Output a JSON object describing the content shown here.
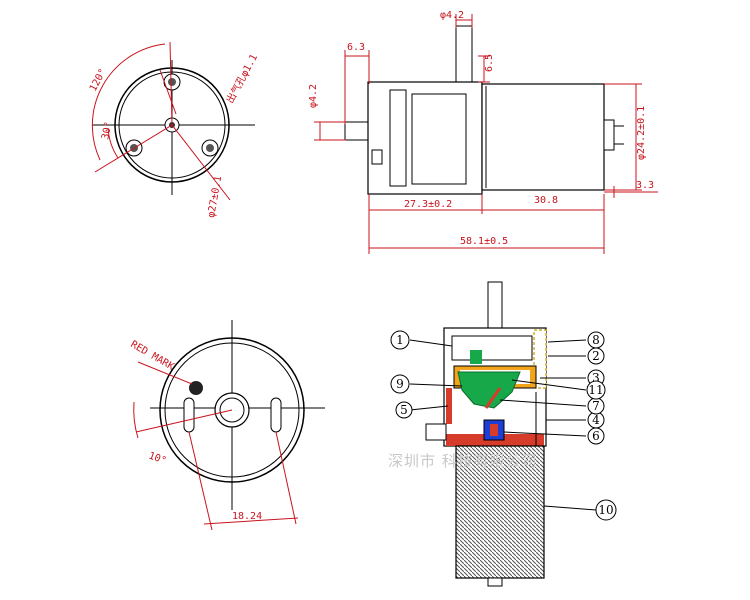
{
  "colors": {
    "dimension": "#c8141e",
    "outline": "#000000",
    "part_green": "#17a84a",
    "part_orange": "#f2a51a",
    "part_red": "#d73c2a",
    "part_blue": "#1e3fd6",
    "watermark": "#c8c8c8"
  },
  "front_view": {
    "angle_label": "120°",
    "small_angle_label": "30°",
    "hole_label": "出气孔φ1.1",
    "diameter_label": "φ27±0.1"
  },
  "side_view": {
    "shaft_dia_label": "φ4.2",
    "shaft_left_label": "φ4.2",
    "offset_label": "6.3",
    "nozzle_height_label": "6.5",
    "body_dia_label": "φ24.2±0.1",
    "terminal_label": "3.3",
    "pump_length_label": "27.3±0.2",
    "motor_length_label": "30.8",
    "total_length_label": "58.1±0.5"
  },
  "rear_view": {
    "mark_label": "RED MARK",
    "angle_label": "10°",
    "spacing_label": "18.24"
  },
  "section_view": {
    "callouts": [
      "1",
      "2",
      "3",
      "4",
      "5",
      "6",
      "7",
      "8",
      "9",
      "10",
      "11"
    ]
  },
  "watermark": "深圳市    科技有限公司"
}
